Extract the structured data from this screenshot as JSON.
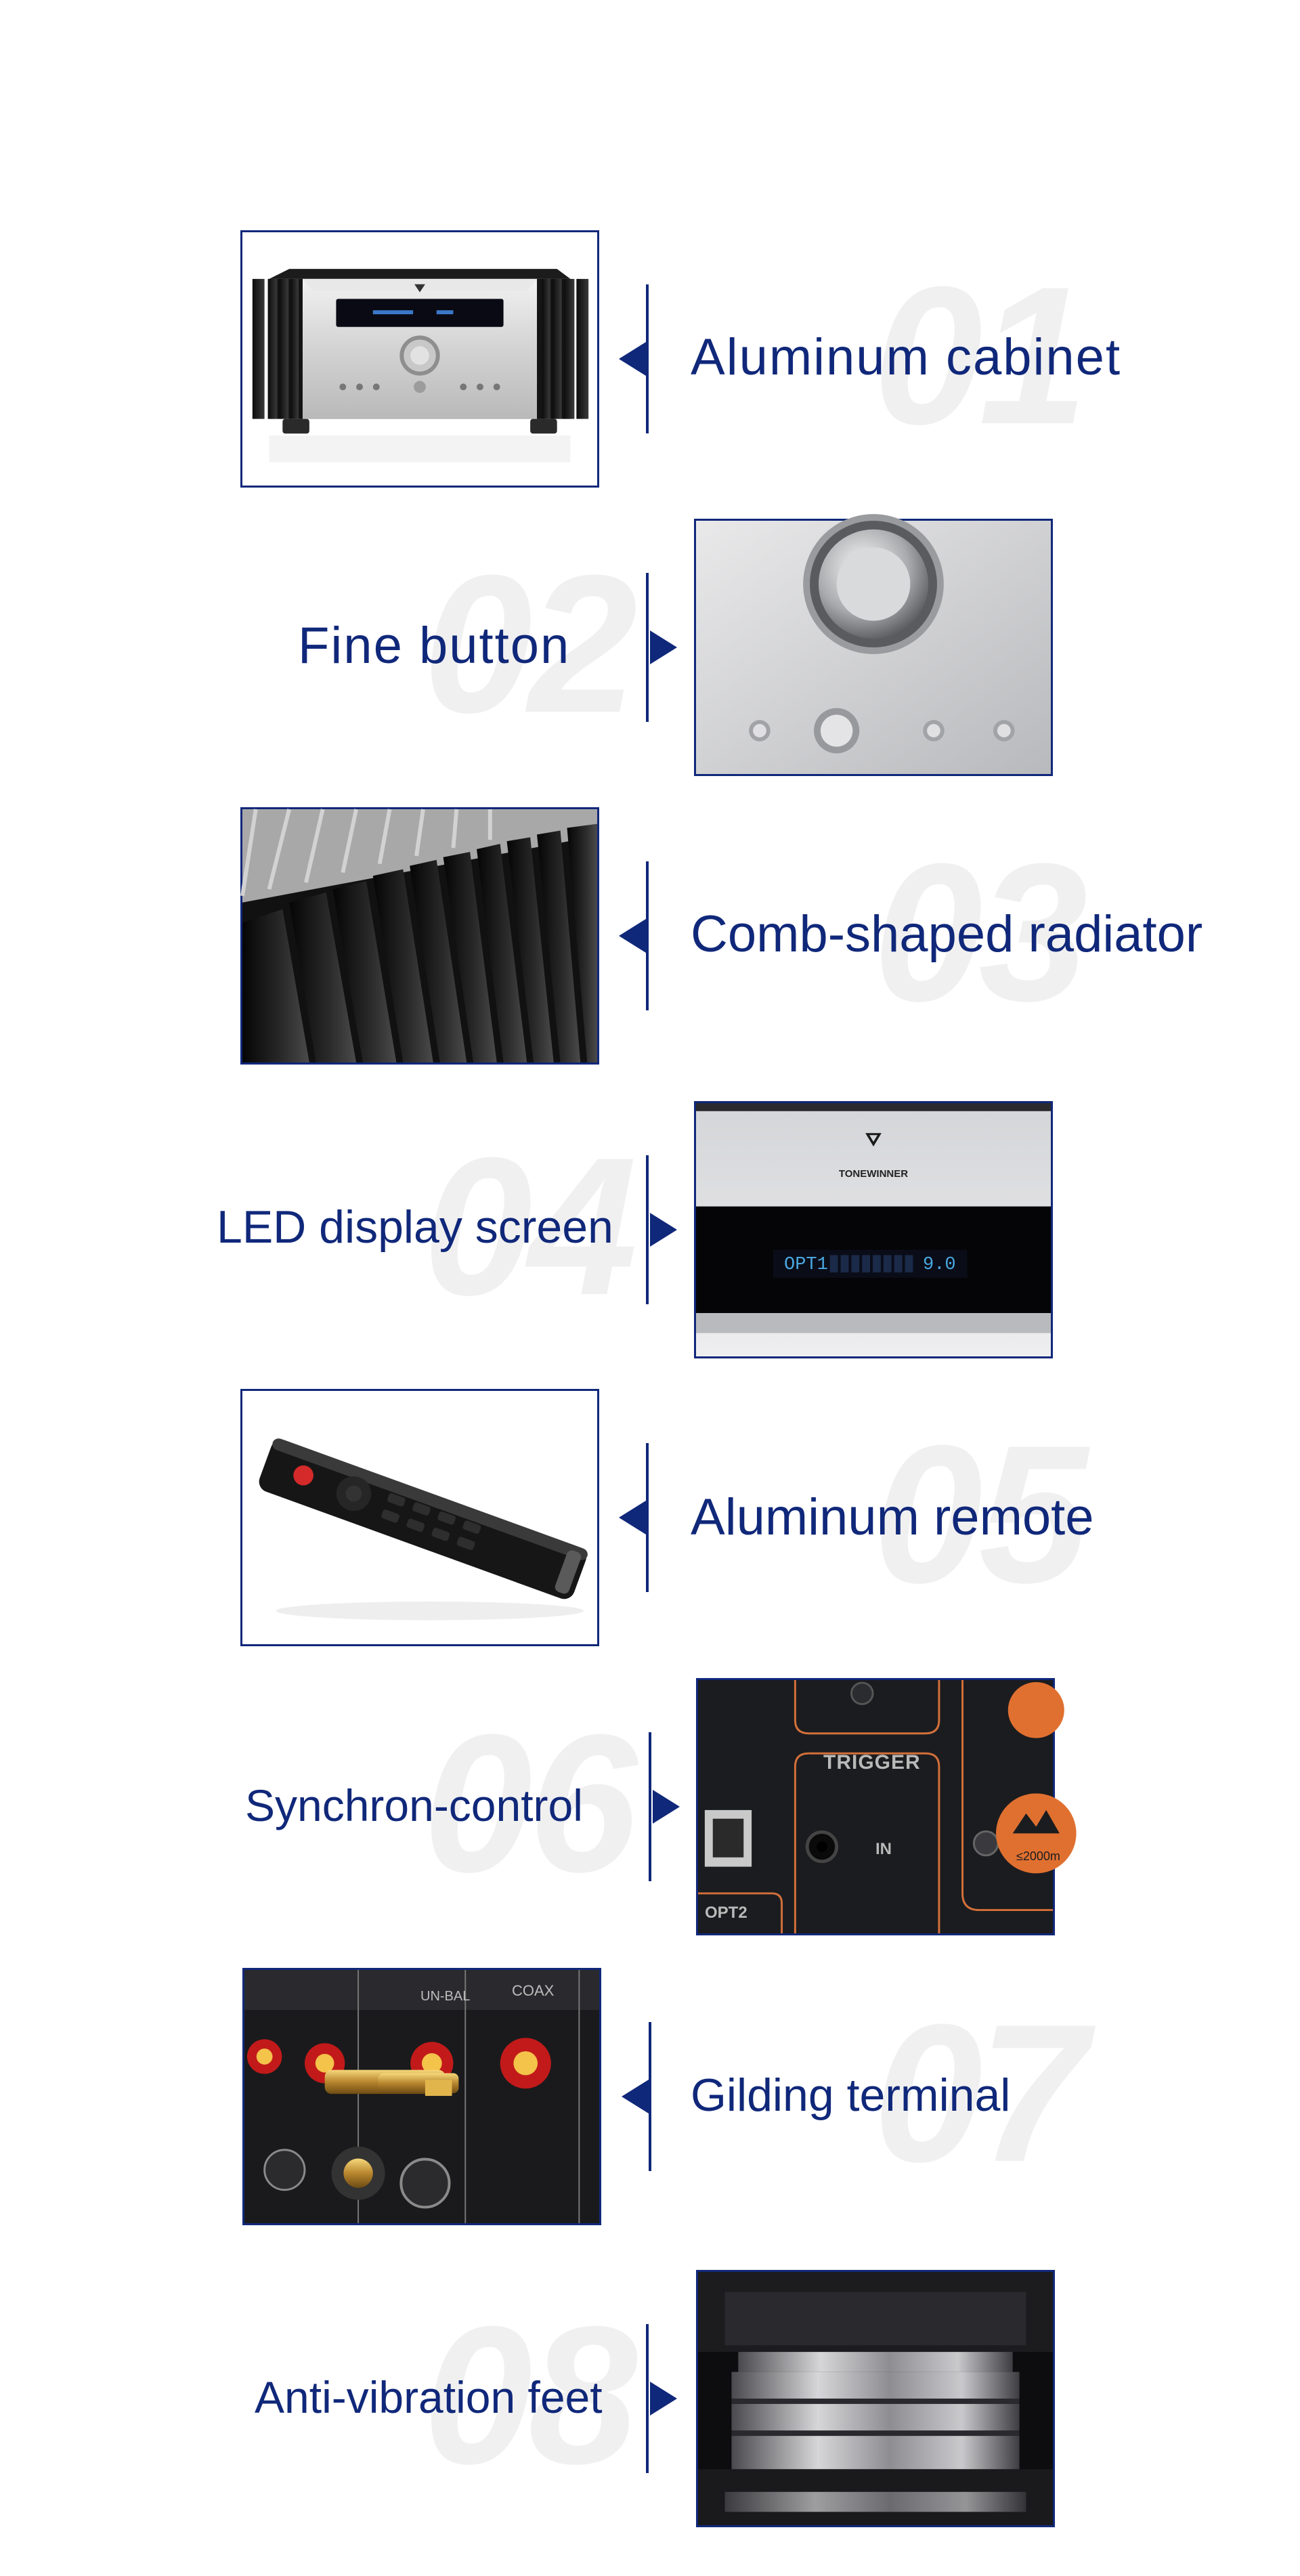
{
  "features": [
    {
      "num": "01",
      "label": "Aluminum cabinet",
      "image": "amplifier-front-photo"
    },
    {
      "num": "02",
      "label": "Fine button",
      "image": "volume-knob-photo"
    },
    {
      "num": "03",
      "label": "Comb-shaped radiator",
      "image": "heatsink-fins-photo"
    },
    {
      "num": "04",
      "label": "LED display screen",
      "image": "led-display-photo",
      "brand": "TONEWINNER",
      "display_text": "OPT1",
      "display_value": "9.0"
    },
    {
      "num": "05",
      "label": "Aluminum remote",
      "image": "remote-control-photo"
    },
    {
      "num": "06",
      "label": "Synchron-control",
      "image": "trigger-panel-photo",
      "panel_title": "TRIGGER",
      "panel_in": "IN",
      "panel_opt": "OPT2",
      "panel_badge": "≤2000m"
    },
    {
      "num": "07",
      "label": "Gilding terminal",
      "image": "rca-terminals-photo",
      "panel_unbal": "UN-BAL",
      "panel_coax": "COAX"
    },
    {
      "num": "08",
      "label": "Anti-vibration feet",
      "image": "damping-foot-photo"
    }
  ],
  "colors": {
    "accent": "#10287a",
    "watermark": "#f0f0f0",
    "background": "#ffffff"
  }
}
